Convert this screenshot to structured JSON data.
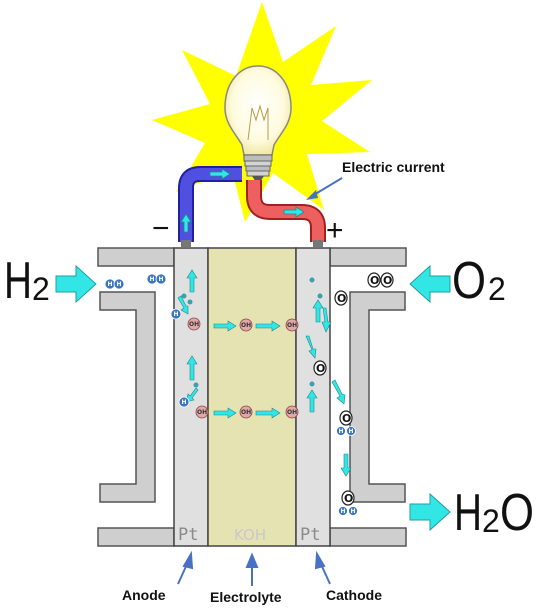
{
  "labels": {
    "h2": "H",
    "h2_sub": "2",
    "o2": "O",
    "o2_sub": "2",
    "h2o_h": "H",
    "h2o_sub": "2",
    "h2o_o": "O",
    "electric_current": "Electric current",
    "minus": "−",
    "plus": "+",
    "anode_pt": "Pt",
    "cathode_pt": "Pt",
    "electrolyte_koh": "KOH",
    "anode": "Anode",
    "electrolyte": "Electrolyte",
    "cathode": "Cathode"
  },
  "particles": {
    "hydrogen": "H",
    "oxygen": "O",
    "hydroxide": "OH"
  },
  "colors": {
    "arrow_cyan": "#33e6e6",
    "anode_wire": "#4a4ad8",
    "cathode_wire": "#e85a5a",
    "electrolyte": "#e6e3b3",
    "electrode": "#e0e0e0",
    "bulb_burst": "#ffff00",
    "hydrogen_atom": "#3a74c4",
    "hydroxide_ion": "#e0a8a8"
  }
}
